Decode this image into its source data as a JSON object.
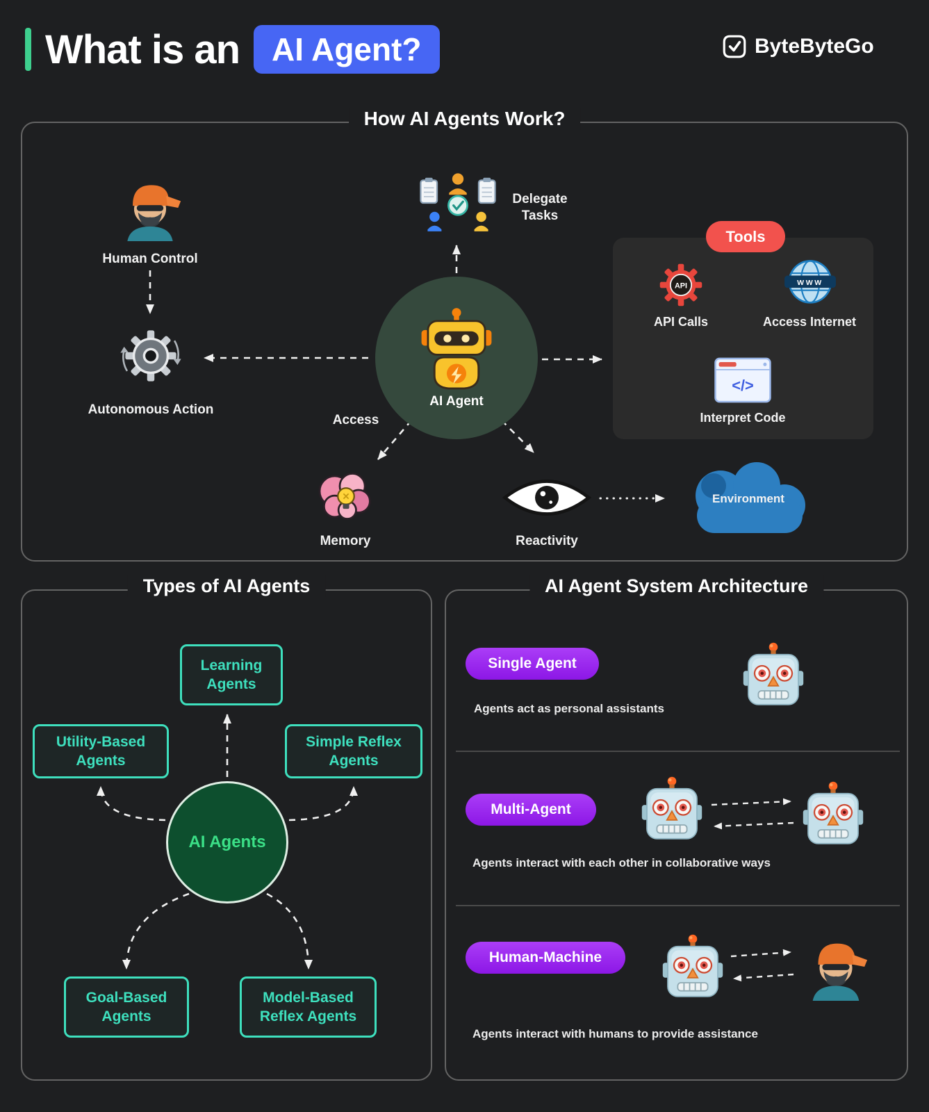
{
  "header": {
    "title_prefix": "What is an",
    "title_highlight": "AI Agent?",
    "brand": "ByteByteGo"
  },
  "how_it_works": {
    "panel_title": "How AI Agents Work?",
    "human_control": "Human Control",
    "delegate_tasks": "Delegate Tasks",
    "autonomous_action": "Autonomous Action",
    "ai_agent": "AI Agent",
    "access": "Access",
    "memory": "Memory",
    "reactivity": "Reactivity",
    "environment": "Environment",
    "tools": {
      "badge": "Tools",
      "api_calls": "API Calls",
      "access_internet": "Access Internet",
      "interpret_code": "Interpret Code",
      "api_text": "API",
      "www_text": "WWW",
      "code_text": "</>"
    }
  },
  "types": {
    "panel_title": "Types of AI Agents",
    "center": "AI Agents",
    "learning": "Learning Agents",
    "utility": "Utility-Based Agents",
    "simple_reflex": "Simple Reflex Agents",
    "goal": "Goal-Based Agents",
    "model_reflex": "Model-Based Reflex Agents"
  },
  "architecture": {
    "panel_title": "AI Agent System Architecture",
    "rows": [
      {
        "badge": "Single Agent",
        "description": "Agents act as personal assistants"
      },
      {
        "badge": "Multi-Agent",
        "description": "Agents interact with each other in collaborative ways"
      },
      {
        "badge": "Human-Machine",
        "description": "Agents interact with humans to provide assistance"
      }
    ]
  },
  "colors": {
    "background": "#1E1F21",
    "accent_green": "#3ECF8E",
    "title_badge_blue": "#4766F4",
    "tools_badge_red": "#F2524D",
    "architecture_badge_purple": "#9D2BF5",
    "type_box_teal": "#3EE0BE",
    "agents_circle_green": "#0D4F2E",
    "environment_cloud_blue": "#2D7FC1"
  }
}
